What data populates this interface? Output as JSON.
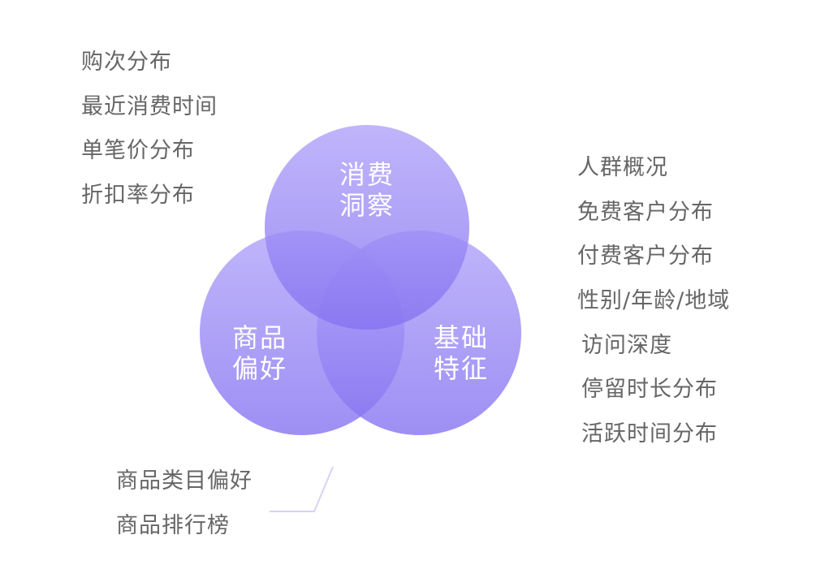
{
  "colors": {
    "circle_top": "#b3a6fa",
    "circle_bottom": "#7d6bef",
    "list_text": "#666666",
    "label_text": "#ffffff",
    "connector": "#d6d2f5"
  },
  "circles": {
    "consumption": {
      "line1": "消费",
      "line2": "洞察"
    },
    "product": {
      "line1": "商品",
      "line2": "偏好"
    },
    "basic": {
      "line1": "基础",
      "line2": "特征"
    }
  },
  "lists": {
    "consumption": [
      "购次分布",
      "最近消费时间",
      "单笔价分布",
      "折扣率分布"
    ],
    "basic": [
      "人群概况",
      "免费客户分布",
      "付费客户分布",
      "性别/年龄/地域",
      "访问深度",
      "停留时长分布",
      "活跃时间分布"
    ],
    "product": [
      "商品类目偏好",
      "商品排行榜"
    ]
  }
}
